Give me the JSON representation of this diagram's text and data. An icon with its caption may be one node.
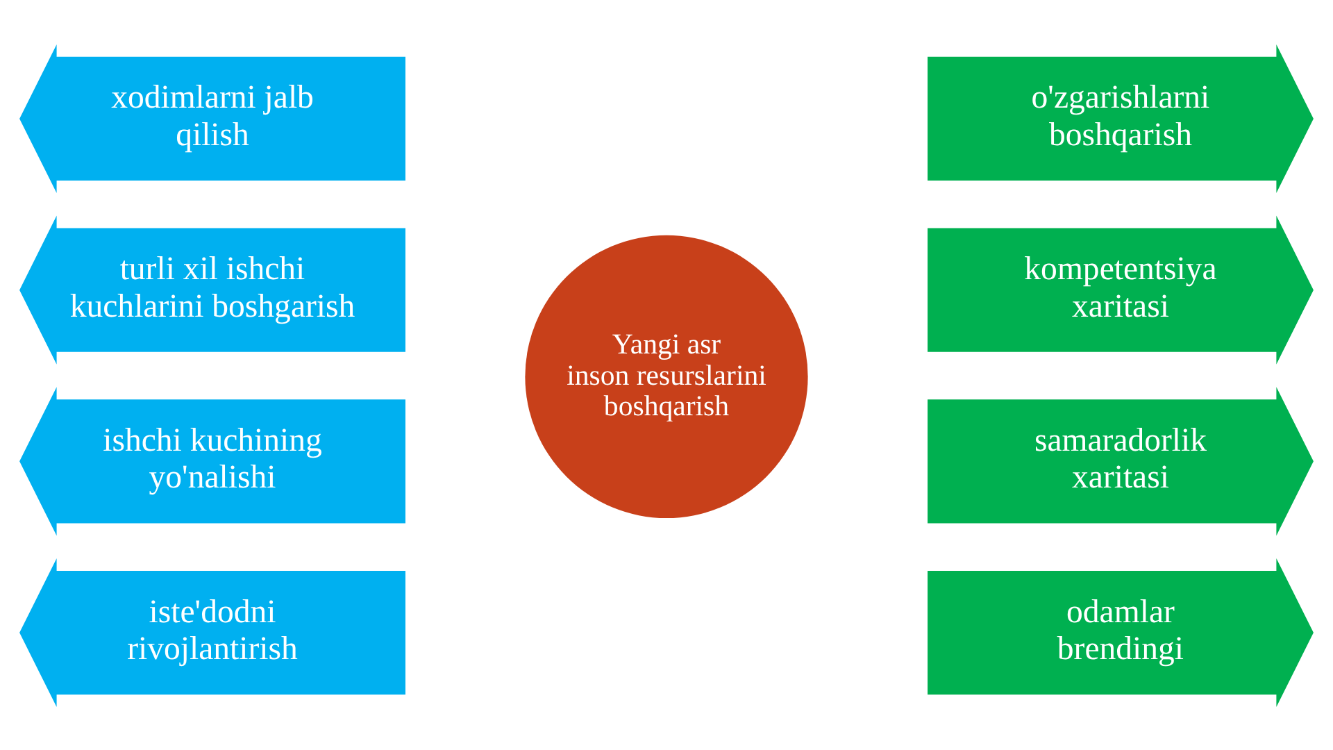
{
  "diagram": {
    "nodes": [
      {
        "text": [
          "xodimlarni jalb qilish"
        ]
      },
      {
        "text": [
          "turli xil ishchi kuchlarini boshgarish"
        ]
      },
      {
        "text": [
          "ishchi kuchining yo'nalishi"
        ]
      },
      {
        "text": [
          "iste'dodni rivojlantirish"
        ]
      },
      {
        "text": [
          "Yangi asr inson resurslarini boshqarish"
        ]
      },
      {
        "text": [
          "o'zgarishlarni boshqarish"
        ]
      },
      {
        "text": [
          "kompetentsiya xaritasi"
        ]
      },
      {
        "text": [
          "samaradorlik xaritasi"
        ]
      },
      {
        "text": [
          "odamlar brendingi"
        ]
      }
    ],
    "edges": []
  }
}
